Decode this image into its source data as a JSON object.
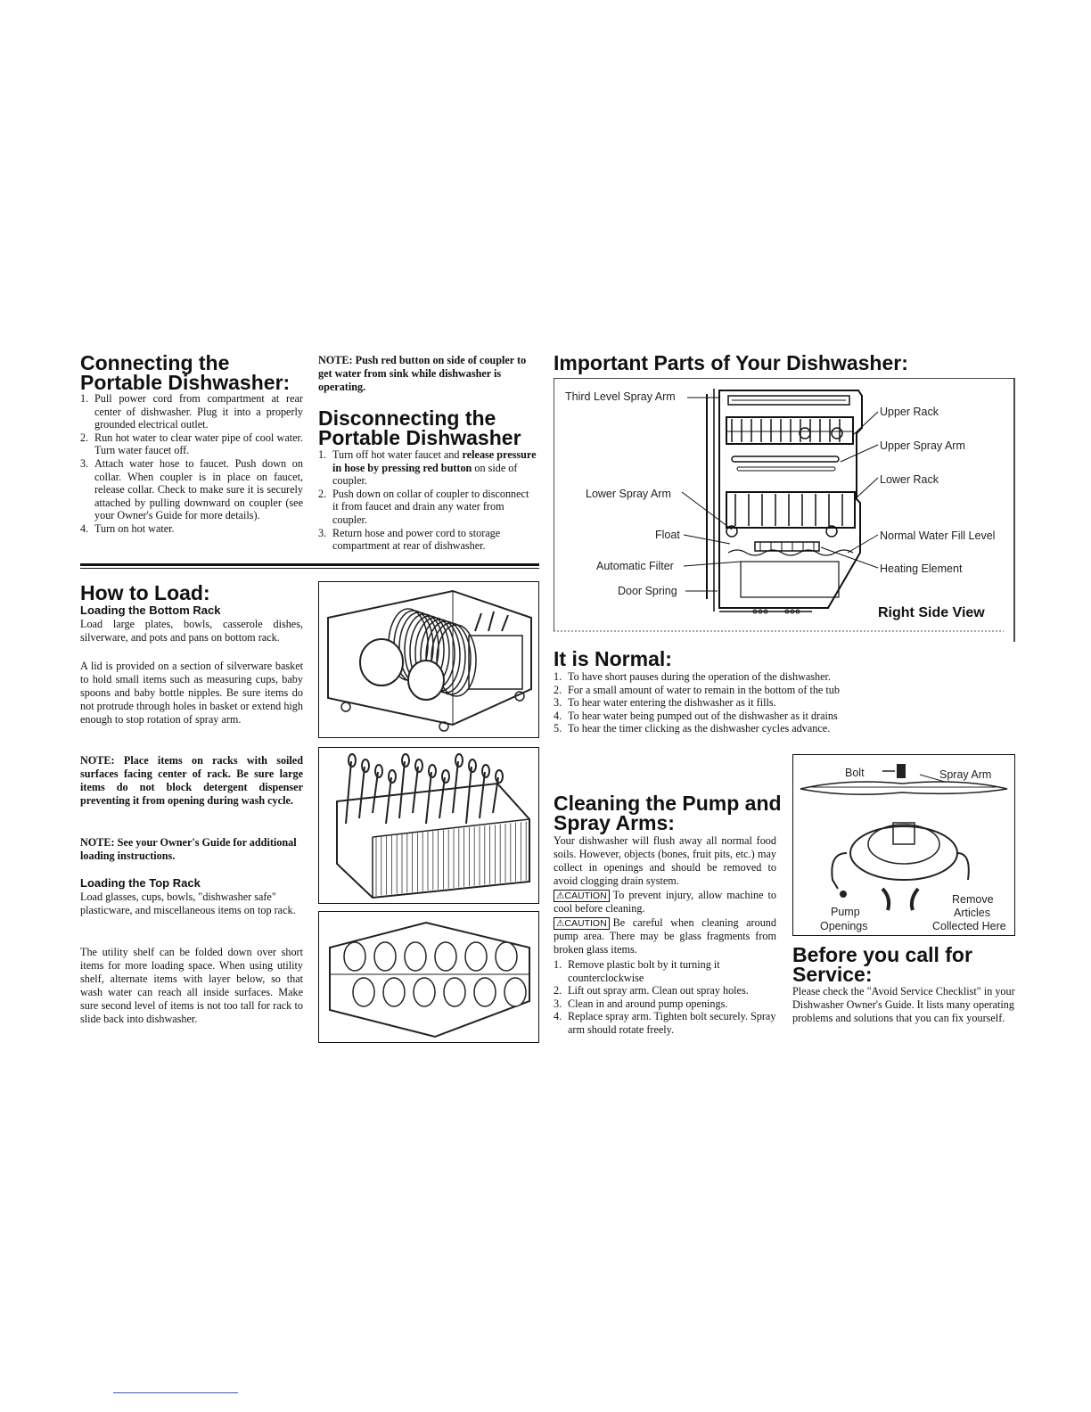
{
  "connecting": {
    "title": "Connecting the Portable Dishwasher:",
    "steps": [
      {
        "n": "1.",
        "text": "Pull power cord from compartment at rear center of dishwasher. Plug it into a properly grounded electrical outlet."
      },
      {
        "n": "2.",
        "text": "Run hot water to clear water pipe of cool water. Turn water faucet off."
      },
      {
        "n": "3.",
        "text": "Attach water hose to faucet. Push down on collar. When coupler is in place on faucet, release collar. Check to make sure it is securely attached by pulling downward on coupler (see your Owner's Guide for more details)."
      },
      {
        "n": "4.",
        "text": "Turn on hot water."
      }
    ]
  },
  "note_coupler": "NOTE: Push red button on side of coupler to get water from sink while dishwasher is operating.",
  "disconnecting": {
    "title": "Disconnecting the Portable Dishwasher",
    "step1_pre": "Turn off hot water faucet and ",
    "step1_bold": "release pressure in hose by pressing red button",
    "step1_post": " on side of coupler.",
    "step2": "Push down on collar of coupler to disconnect it from faucet and drain any water from coupler.",
    "step3": "Return hose and power cord to storage compartment at rear of dishwasher.",
    "n1": "1.",
    "n2": "2.",
    "n3": "3."
  },
  "important_parts": {
    "title": "Important Parts of Your Dishwasher:",
    "labels": {
      "third_level_spray_arm": "Third Level Spray Arm",
      "upper_rack": "Upper Rack",
      "upper_spray_arm": "Upper Spray Arm",
      "lower_rack": "Lower Rack",
      "lower_spray_arm": "Lower Spray Arm",
      "float": "Float",
      "normal_water_fill_level": "Normal Water Fill Level",
      "automatic_filter": "Automatic Filter",
      "heating_element": "Heating Element",
      "door_spring": "Door Spring",
      "view": "Right Side View"
    }
  },
  "how_to_load": {
    "title": "How to Load:",
    "bottom_rack_heading": "Loading the Bottom Rack",
    "bottom_rack_text": "Load large plates, bowls, casserole dishes, silverware, and pots and pans on bottom rack.",
    "basket_text": "A lid is provided on a section of silverware basket to hold small items such as measuring cups, baby spoons and baby bottle nipples. Be sure items do not protrude through holes in basket or extend high enough to stop rotation of spray arm.",
    "note_soiled": "NOTE: Place items on racks with soiled surfaces facing center of rack. Be sure large items do not block detergent dispenser preventing it from opening during wash cycle.",
    "note_guide": "NOTE: See your Owner's Guide for additional loading instructions.",
    "top_rack_heading": "Loading the Top Rack",
    "top_rack_text": "Load glasses, cups, bowls, \"dishwasher safe\" plasticware, and miscellaneous items on top rack.",
    "utility_text": "The utility shelf can be folded down over short items for more loading space. When using utility shelf, alternate items with layer below, so that wash water can reach all inside surfaces. Make sure second level of items is not too tall for rack to slide back into dishwasher."
  },
  "it_is_normal": {
    "title": "It is Normal:",
    "items": [
      {
        "n": "1.",
        "text": "To have short pauses during the operation of the dishwasher."
      },
      {
        "n": "2.",
        "text": "For a small amount of water to remain in the bottom of the tub"
      },
      {
        "n": "3.",
        "text": "To hear water entering the dishwasher as it fills."
      },
      {
        "n": "4.",
        "text": "To hear water being pumped out of the dishwasher as it drains"
      },
      {
        "n": "5.",
        "text": "To hear the timer clicking as the dishwasher cycles advance."
      }
    ]
  },
  "cleaning": {
    "title": "Cleaning the Pump and Spray Arms:",
    "intro": "Your dishwasher will flush away all normal food soils. However, objects (bones, fruit pits, etc.) may collect in openings and should be removed to avoid clogging drain system.",
    "caution_label": "⚠CAUTION",
    "caution1": "To prevent injury, allow machine to cool before cleaning.",
    "caution2": "Be careful when cleaning around pump area. There may be glass fragments from broken glass items.",
    "steps": [
      {
        "n": "1.",
        "text": "Remove plastic bolt by it turning it counterclockwise"
      },
      {
        "n": "2.",
        "text": "Lift out spray arm. Clean out spray holes."
      },
      {
        "n": "3.",
        "text": "Clean in and around pump openings."
      },
      {
        "n": "4.",
        "text": "Replace spray arm. Tighten bolt securely. Spray arm should rotate freely."
      }
    ]
  },
  "pump_diagram": {
    "bolt": "Bolt",
    "spray_arm": "Spray Arm",
    "remove": "Remove",
    "articles": "Articles",
    "collected_here": "Collected Here",
    "pump": "Pump",
    "openings": "Openings"
  },
  "before_service": {
    "title": "Before you call for Service:",
    "text": "Please check the \"Avoid Service Checklist\" in your Dishwasher Owner's Guide. It lists many operating problems and solutions that you can fix yourself."
  },
  "colors": {
    "ink": "#111111",
    "paper": "#ffffff",
    "link_line": "#3355cc"
  }
}
